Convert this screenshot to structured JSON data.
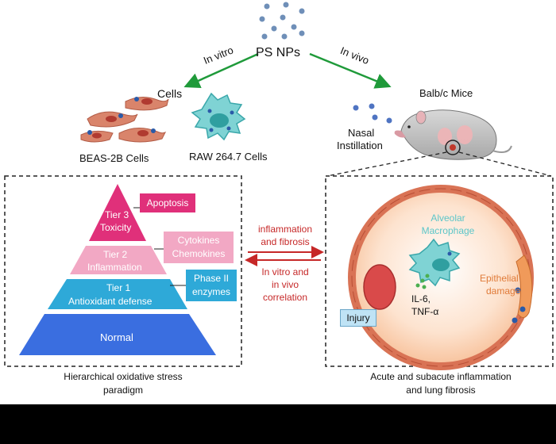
{
  "center": {
    "title": "PS NPs"
  },
  "arrows": {
    "in_vitro": "In vitro",
    "in_vivo": "In vivo"
  },
  "cells": {
    "heading": "Cells",
    "beas": "BEAS-2B Cells",
    "raw": "RAW 264.7 Cells"
  },
  "mice": {
    "heading": "Balb/c Mice",
    "route_line1": "Nasal",
    "route_line2": "Instillation"
  },
  "pyramid": {
    "tier3_line1": "Tier 3",
    "tier3_line2": "Toxicity",
    "tier2_line1": "Tier 2",
    "tier2_line2": "Inflammation",
    "tier1_line1": "Tier 1",
    "tier1_line2": "Antioxidant defense",
    "base": "Normal",
    "tag_apoptosis": "Apoptosis",
    "tag_cyto_line1": "Cytokines",
    "tag_cyto_line2": "Chemokines",
    "tag_phase_line1": "Phase II",
    "tag_phase_line2": "enzymes",
    "caption_line1": "Hierarchical oxidative stress",
    "caption_line2": "paradigm"
  },
  "middle": {
    "top_line1": "inflammation",
    "top_line2": "and fibrosis",
    "bottom_line1": "In vitro and",
    "bottom_line2": "in vivo",
    "bottom_line3": "correlation"
  },
  "alveolus": {
    "macro_line1": "Alveolar",
    "macro_line2": "Macrophage",
    "il_line1": "IL-6,",
    "il_line2": "TNF-α",
    "epi_line1": "Epithelial",
    "epi_line2": "damage",
    "injury": "Injury",
    "caption_line1": "Acute and subacute inflammation",
    "caption_line2": "and lung fibrosis"
  },
  "colors": {
    "tier3": "#e0307a",
    "tier2": "#f2a8c4",
    "tier1": "#2ea9d8",
    "normal": "#3a6ee0",
    "arrow_green": "#1f9a3a",
    "red_text": "#c62828",
    "teal": "#5cc6c9"
  }
}
